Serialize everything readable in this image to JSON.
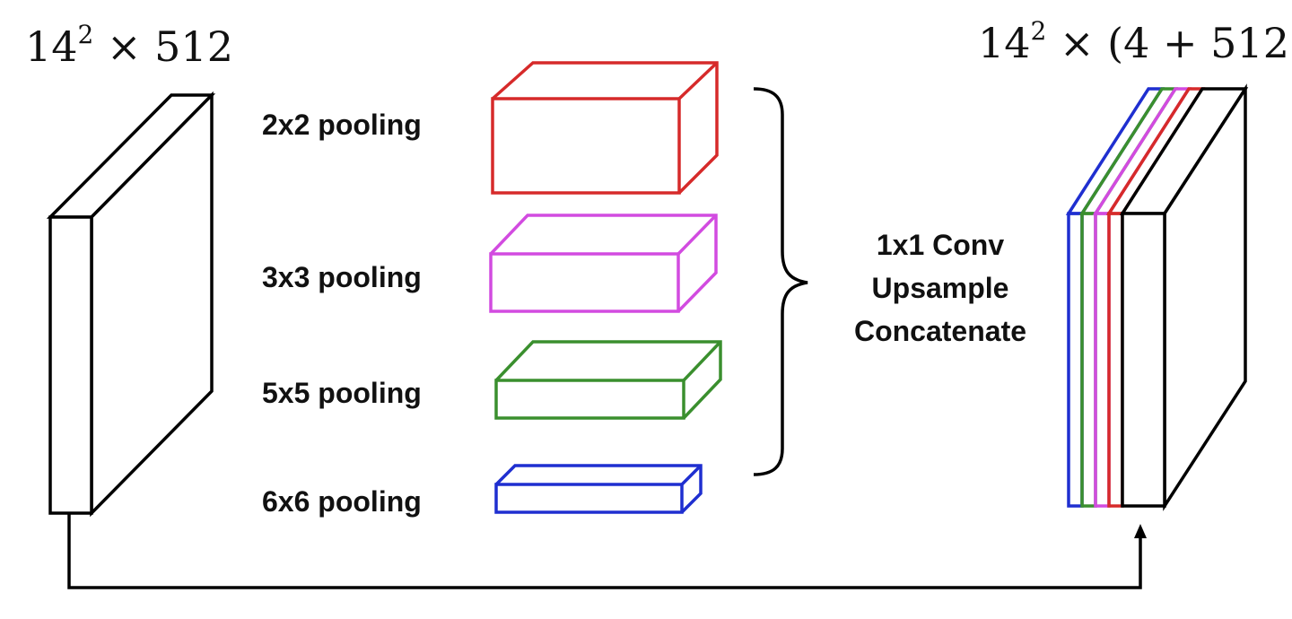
{
  "input_block": {
    "label_base": "14",
    "label_exp": "2",
    "label_rest": " × 512"
  },
  "output_block": {
    "label_base": "14",
    "label_exp": "2",
    "label_rest": " × (4 + 512)"
  },
  "pooling": [
    {
      "label": "2x2 pooling",
      "color": "#d62a2a"
    },
    {
      "label": "3x3 pooling",
      "color": "#d24be0"
    },
    {
      "label": "5x5 pooling",
      "color": "#3a8f2e"
    },
    {
      "label": "6x6 pooling",
      "color": "#1f2fd0"
    }
  ],
  "operations": [
    "1x1 Conv",
    "Upsample",
    "Concatenate"
  ],
  "colors": {
    "outline": "#000000",
    "red": "#d62a2a",
    "magenta": "#d24be0",
    "green": "#3a8f2e",
    "blue": "#1f2fd0"
  }
}
